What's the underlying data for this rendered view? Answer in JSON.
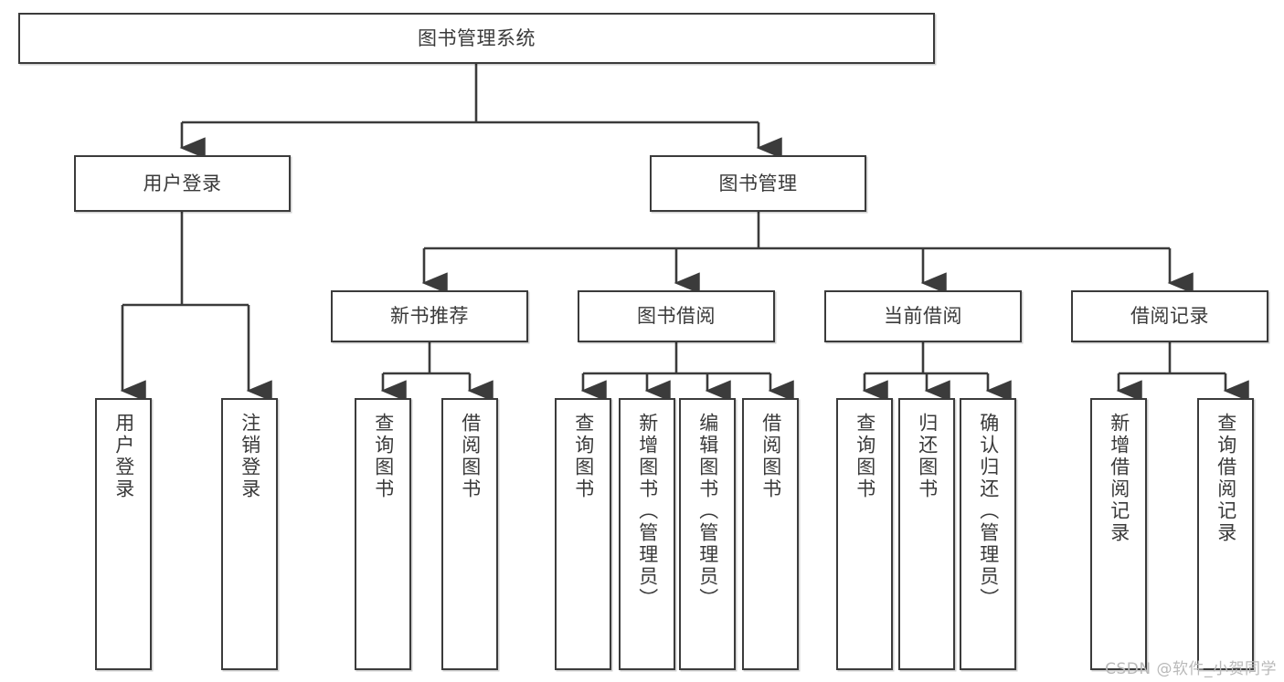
{
  "diagram": {
    "title": "图书管理系统",
    "type": "tree-hierarchy",
    "watermark": "CSDN @软件_小贺同学",
    "colors": {
      "stroke": "#3b3b3b",
      "background": "#ffffff",
      "text": "#3a3a3a",
      "watermark": "#b9b9b9"
    },
    "root": {
      "label": "图书管理系统"
    },
    "level1": [
      {
        "key": "user_login",
        "label": "用户登录"
      },
      {
        "key": "book_manage",
        "label": "图书管理"
      }
    ],
    "level2": [
      {
        "key": "new_book_rec",
        "label": "新书推荐",
        "parent": "book_manage"
      },
      {
        "key": "book_borrow",
        "label": "图书借阅",
        "parent": "book_manage"
      },
      {
        "key": "current_borrow",
        "label": "当前借阅",
        "parent": "book_manage"
      },
      {
        "key": "borrow_record",
        "label": "借阅记录",
        "parent": "book_manage"
      }
    ],
    "leaves": {
      "user_login": [
        {
          "label": "用户登录"
        },
        {
          "label": "注销登录"
        }
      ],
      "new_book_rec": [
        {
          "label": "查询图书"
        },
        {
          "label": "借阅图书"
        }
      ],
      "book_borrow": [
        {
          "label": "查询图书"
        },
        {
          "label": "新增图书（管理员）"
        },
        {
          "label": "编辑图书（管理员）"
        },
        {
          "label": "借阅图书"
        }
      ],
      "current_borrow": [
        {
          "label": "查询图书"
        },
        {
          "label": "归还图书"
        },
        {
          "label": "确认归还（管理员）"
        }
      ],
      "borrow_record": [
        {
          "label": "新增借阅记录"
        },
        {
          "label": "查询借阅记录"
        }
      ]
    }
  }
}
